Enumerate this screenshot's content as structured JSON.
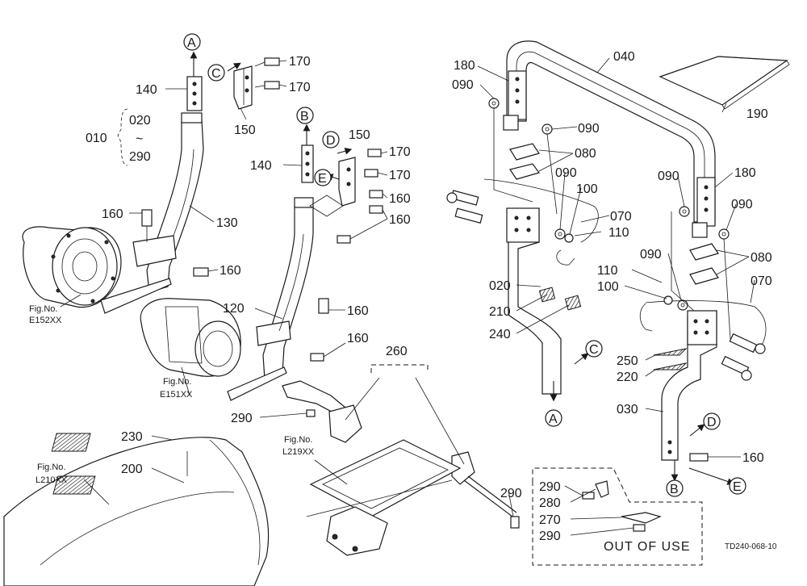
{
  "part_labels": {
    "p010": "010",
    "p020a": "020",
    "p020b": "020",
    "p030": "030",
    "p040": "040",
    "p070a": "070",
    "p070b": "070",
    "p080a": "080",
    "p080b": "080",
    "p090a": "090",
    "p090b": "090",
    "p090c": "090",
    "p090d": "090",
    "p090e": "090",
    "p090f": "090",
    "p100a": "100",
    "p100b": "100",
    "p110a": "110",
    "p110b": "110",
    "p120": "120",
    "p130": "130",
    "p140a": "140",
    "p140b": "140",
    "p150a": "150",
    "p150b": "150",
    "p160a": "160",
    "p160b": "160",
    "p160c": "160",
    "p160d": "160",
    "p160e": "160",
    "p160f": "160",
    "p160g": "160",
    "p170a": "170",
    "p170b": "170",
    "p170c": "170",
    "p170d": "170",
    "p180a": "180",
    "p180b": "180",
    "p190": "190",
    "p200": "200",
    "p210": "210",
    "p220": "220",
    "p230": "230",
    "p240": "240",
    "p250": "250",
    "p260": "260",
    "p270": "270",
    "p280": "280",
    "p290a": "290",
    "p290b": "290",
    "p290c": "290",
    "p290d": "290",
    "p290e": "290",
    "tilde": "~"
  },
  "callouts": {
    "A_top": "A",
    "A_bottom": "A",
    "B_top": "B",
    "B_bottom": "B",
    "C_left": "C",
    "C_right": "C",
    "D_left": "D",
    "D_right": "D",
    "E_left": "E",
    "E_right": "E"
  },
  "figure_refs": {
    "e152_label": "Fig.No.",
    "e152_code": "E152XX",
    "e151_label": "Fig.No.",
    "e151_code": "E151XX",
    "l219_label": "Fig.No.",
    "l219_code": "L219XX",
    "l210_label": "Fig.No.",
    "l210_code": "L210XX"
  },
  "out_of_use_label": "OUT OF USE",
  "drawing_code": "TD240-068-10"
}
